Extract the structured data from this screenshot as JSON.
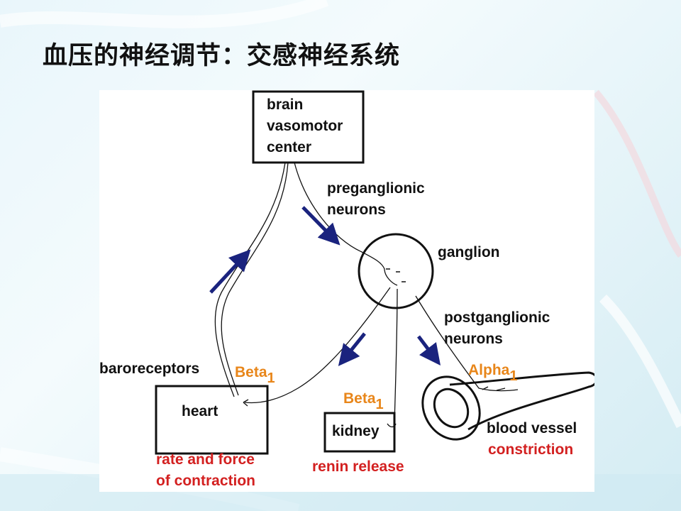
{
  "slide": {
    "title": "血压的神经调节：交感神经系统"
  },
  "diagram": {
    "brain": [
      "brain",
      "vasomotor",
      "center"
    ],
    "preganglionic": [
      "preganglionic",
      "neurons"
    ],
    "ganglion": "ganglion",
    "postganglionic": [
      "postganglionic",
      "neurons"
    ],
    "baroreceptors": "baroreceptors",
    "heart": "heart",
    "kidney": "kidney",
    "blood_vessel": "blood vessel",
    "heart_receptor": {
      "name": "Beta",
      "sub": "1"
    },
    "kidney_receptor": {
      "name": "Beta",
      "sub": "1"
    },
    "vessel_receptor": {
      "name": "Alpha",
      "sub": "1"
    },
    "heart_effect": [
      "rate and force",
      "of contraction"
    ],
    "kidney_effect": "renin release",
    "vessel_effect": "constriction"
  },
  "colors": {
    "arrow": "#1a237e",
    "receptor": "#e8861a",
    "effect": "#d32020",
    "text": "#111111"
  }
}
